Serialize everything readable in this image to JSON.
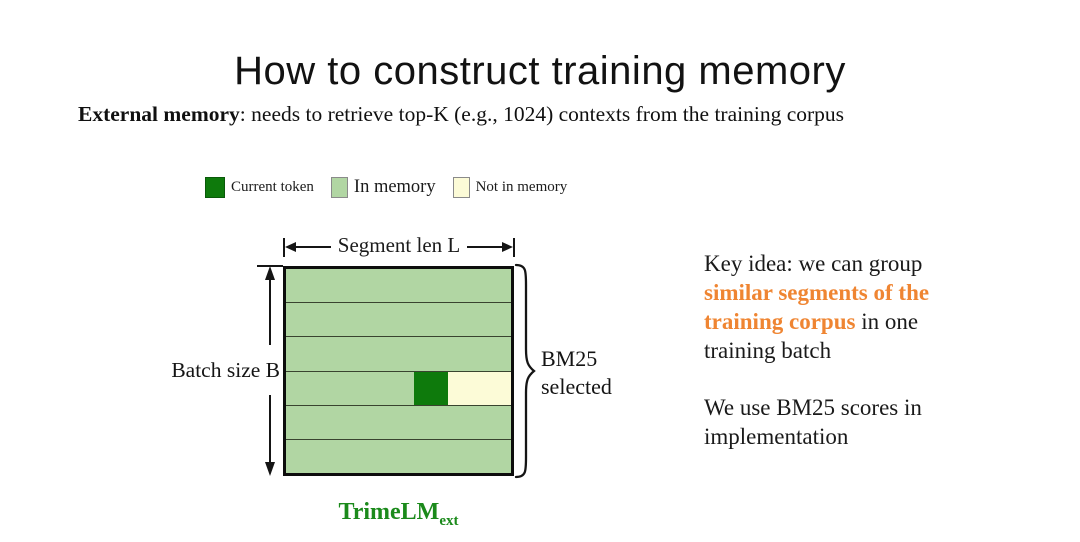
{
  "slide": {
    "title": "How to construct training memory",
    "subtitle": {
      "bold": "External memory",
      "rest": ": needs to retrieve top-K (e.g., 1024) contexts from the training corpus"
    }
  },
  "legend": {
    "items": [
      {
        "label": "Current token",
        "color_key": "current_token"
      },
      {
        "label": "In memory",
        "color_key": "in_memory"
      },
      {
        "label": "Not in memory",
        "color_key": "not_in_memory"
      }
    ]
  },
  "diagram": {
    "top_label": "Segment len L",
    "left_label": "Batch size B",
    "right_label": "BM25 selected",
    "caption": {
      "main": "TrimeLM",
      "sub": "ext"
    },
    "grid": {
      "rows": 6,
      "current_token_row": 4,
      "segments_pct": {
        "in_memory": 57.1,
        "current_token": 14.7,
        "not_in_memory": 28.2
      }
    }
  },
  "notes": {
    "key_idea": {
      "prefix": "Key idea: we can group ",
      "highlight": "similar segments of the training corpus",
      "suffix": " in one training batch"
    },
    "bm25": "We use BM25 scores in implementation"
  },
  "colors": {
    "current_token": "#0e7a0c",
    "in_memory": "#b1d6a3",
    "not_in_memory": "#fcfbd7",
    "highlight_orange": "#ef8532",
    "caption_green": "#1b8a1b"
  }
}
